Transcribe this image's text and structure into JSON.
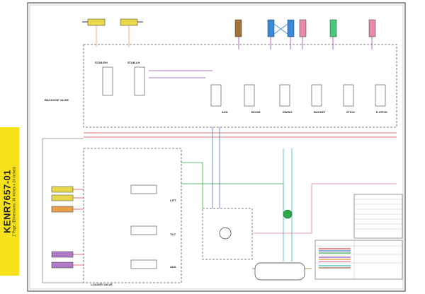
{
  "side_band": {
    "doc_number": "KENR7657-01",
    "doc_subtitle": "2 Page, (Dimensions: 36 inches x 24 inches)"
  },
  "labels": {
    "backhoe_valve": "BACKHOE VALVE",
    "stab_rh": "STAB-RH",
    "stab_lh": "STAB-LH",
    "aux": "AUX.",
    "boom": "BOOM",
    "swing": "SWING",
    "bucket": "BUCKET",
    "stick": "STICK",
    "e_stick": "E-STICK",
    "loader_valve": "LOADER VALVE",
    "lift": "LIFT",
    "tilt": "TILT",
    "aux_loader": "AUX."
  },
  "colors": {
    "border": "#333333",
    "line_gray": "#8a8a8a",
    "line_blue": "#4a6fd8",
    "line_red": "#d84a4a",
    "line_green": "#3aa84a",
    "line_purple": "#9a4ab8",
    "line_orange": "#e0902a",
    "line_pink": "#e57aa8",
    "line_teal": "#3ab8b8",
    "line_brown": "#9a6a3a",
    "yellow": "#f6e21a",
    "cyl_yellow": "#e8d84a",
    "cyl_brown": "#a0743a",
    "cyl_blue": "#3a8ad8",
    "cyl_pink": "#e88aa8",
    "cyl_green": "#4ac87a",
    "cyl_orange": "#e8a04a",
    "cyl_purple": "#b07ac8",
    "green_dot": "#2aa84a"
  }
}
